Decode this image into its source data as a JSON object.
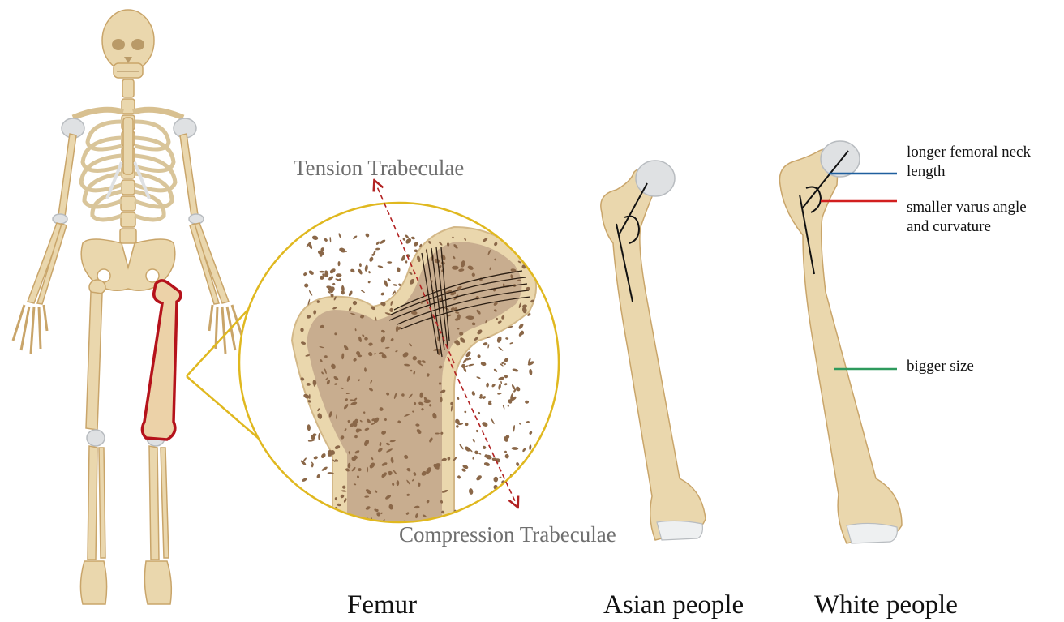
{
  "labels": {
    "tension": "Tension Trabeculae",
    "compression": "Compression Trabeculae",
    "femur": "Femur",
    "asian": "Asian people",
    "white": "White people"
  },
  "annotations": {
    "neck_line1": "longer femoral neck",
    "neck_line2": "length",
    "varus_line1": "smaller varus angle",
    "varus_line2": "and curvature",
    "size": "bigger size"
  },
  "colors": {
    "bone": "#ead7ad",
    "bone_edge": "#c9a56a",
    "cartilage": "#dfe1e3",
    "highlight": "#b5121b",
    "zoom_circle": "#e0b81f",
    "trabecular_fill": "#c8ad8f",
    "trabecular_spot": "#8a6748",
    "arrow": "#b22222",
    "neck_marker": "#1f5f9e",
    "varus_marker": "#d21f1f",
    "size_marker": "#2e9a5d"
  }
}
